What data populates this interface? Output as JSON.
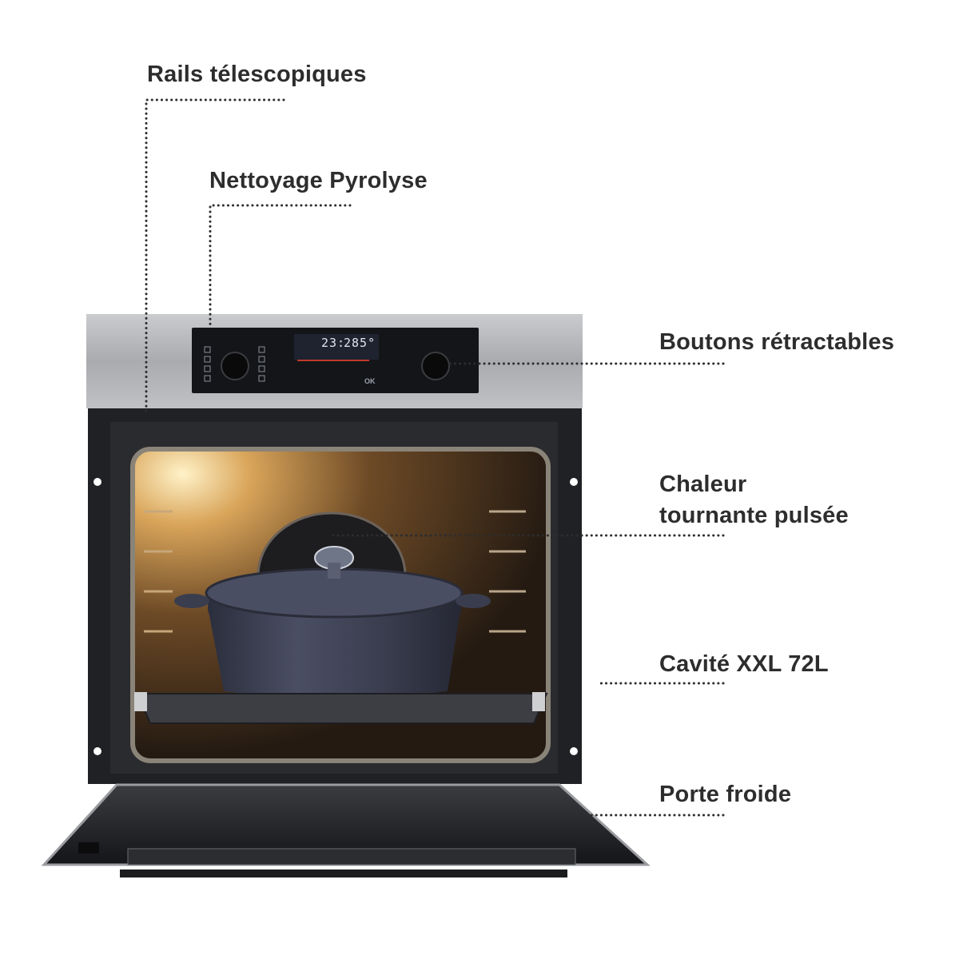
{
  "callouts": [
    {
      "id": "rails",
      "text": "Rails télescopiques"
    },
    {
      "id": "pyrolyse",
      "text": "Nettoyage Pyrolyse"
    },
    {
      "id": "boutons",
      "text": "Boutons rétractables"
    },
    {
      "id": "chaleur",
      "lines": [
        "Chaleur",
        "tournante pulsée"
      ]
    },
    {
      "id": "cavite",
      "text": "Cavité XXL 72L"
    },
    {
      "id": "porte",
      "text": "Porte froide"
    }
  ],
  "display": {
    "left": "23:",
    "right": "285°",
    "ok": "OK"
  },
  "colors": {
    "text": "#2d2d2d",
    "dotted_line": "#2d2d2d",
    "steel": "#b7b9bc",
    "panel": "#141518",
    "cavity_light": "#e9b56a",
    "pot": "#3a3d4e"
  }
}
